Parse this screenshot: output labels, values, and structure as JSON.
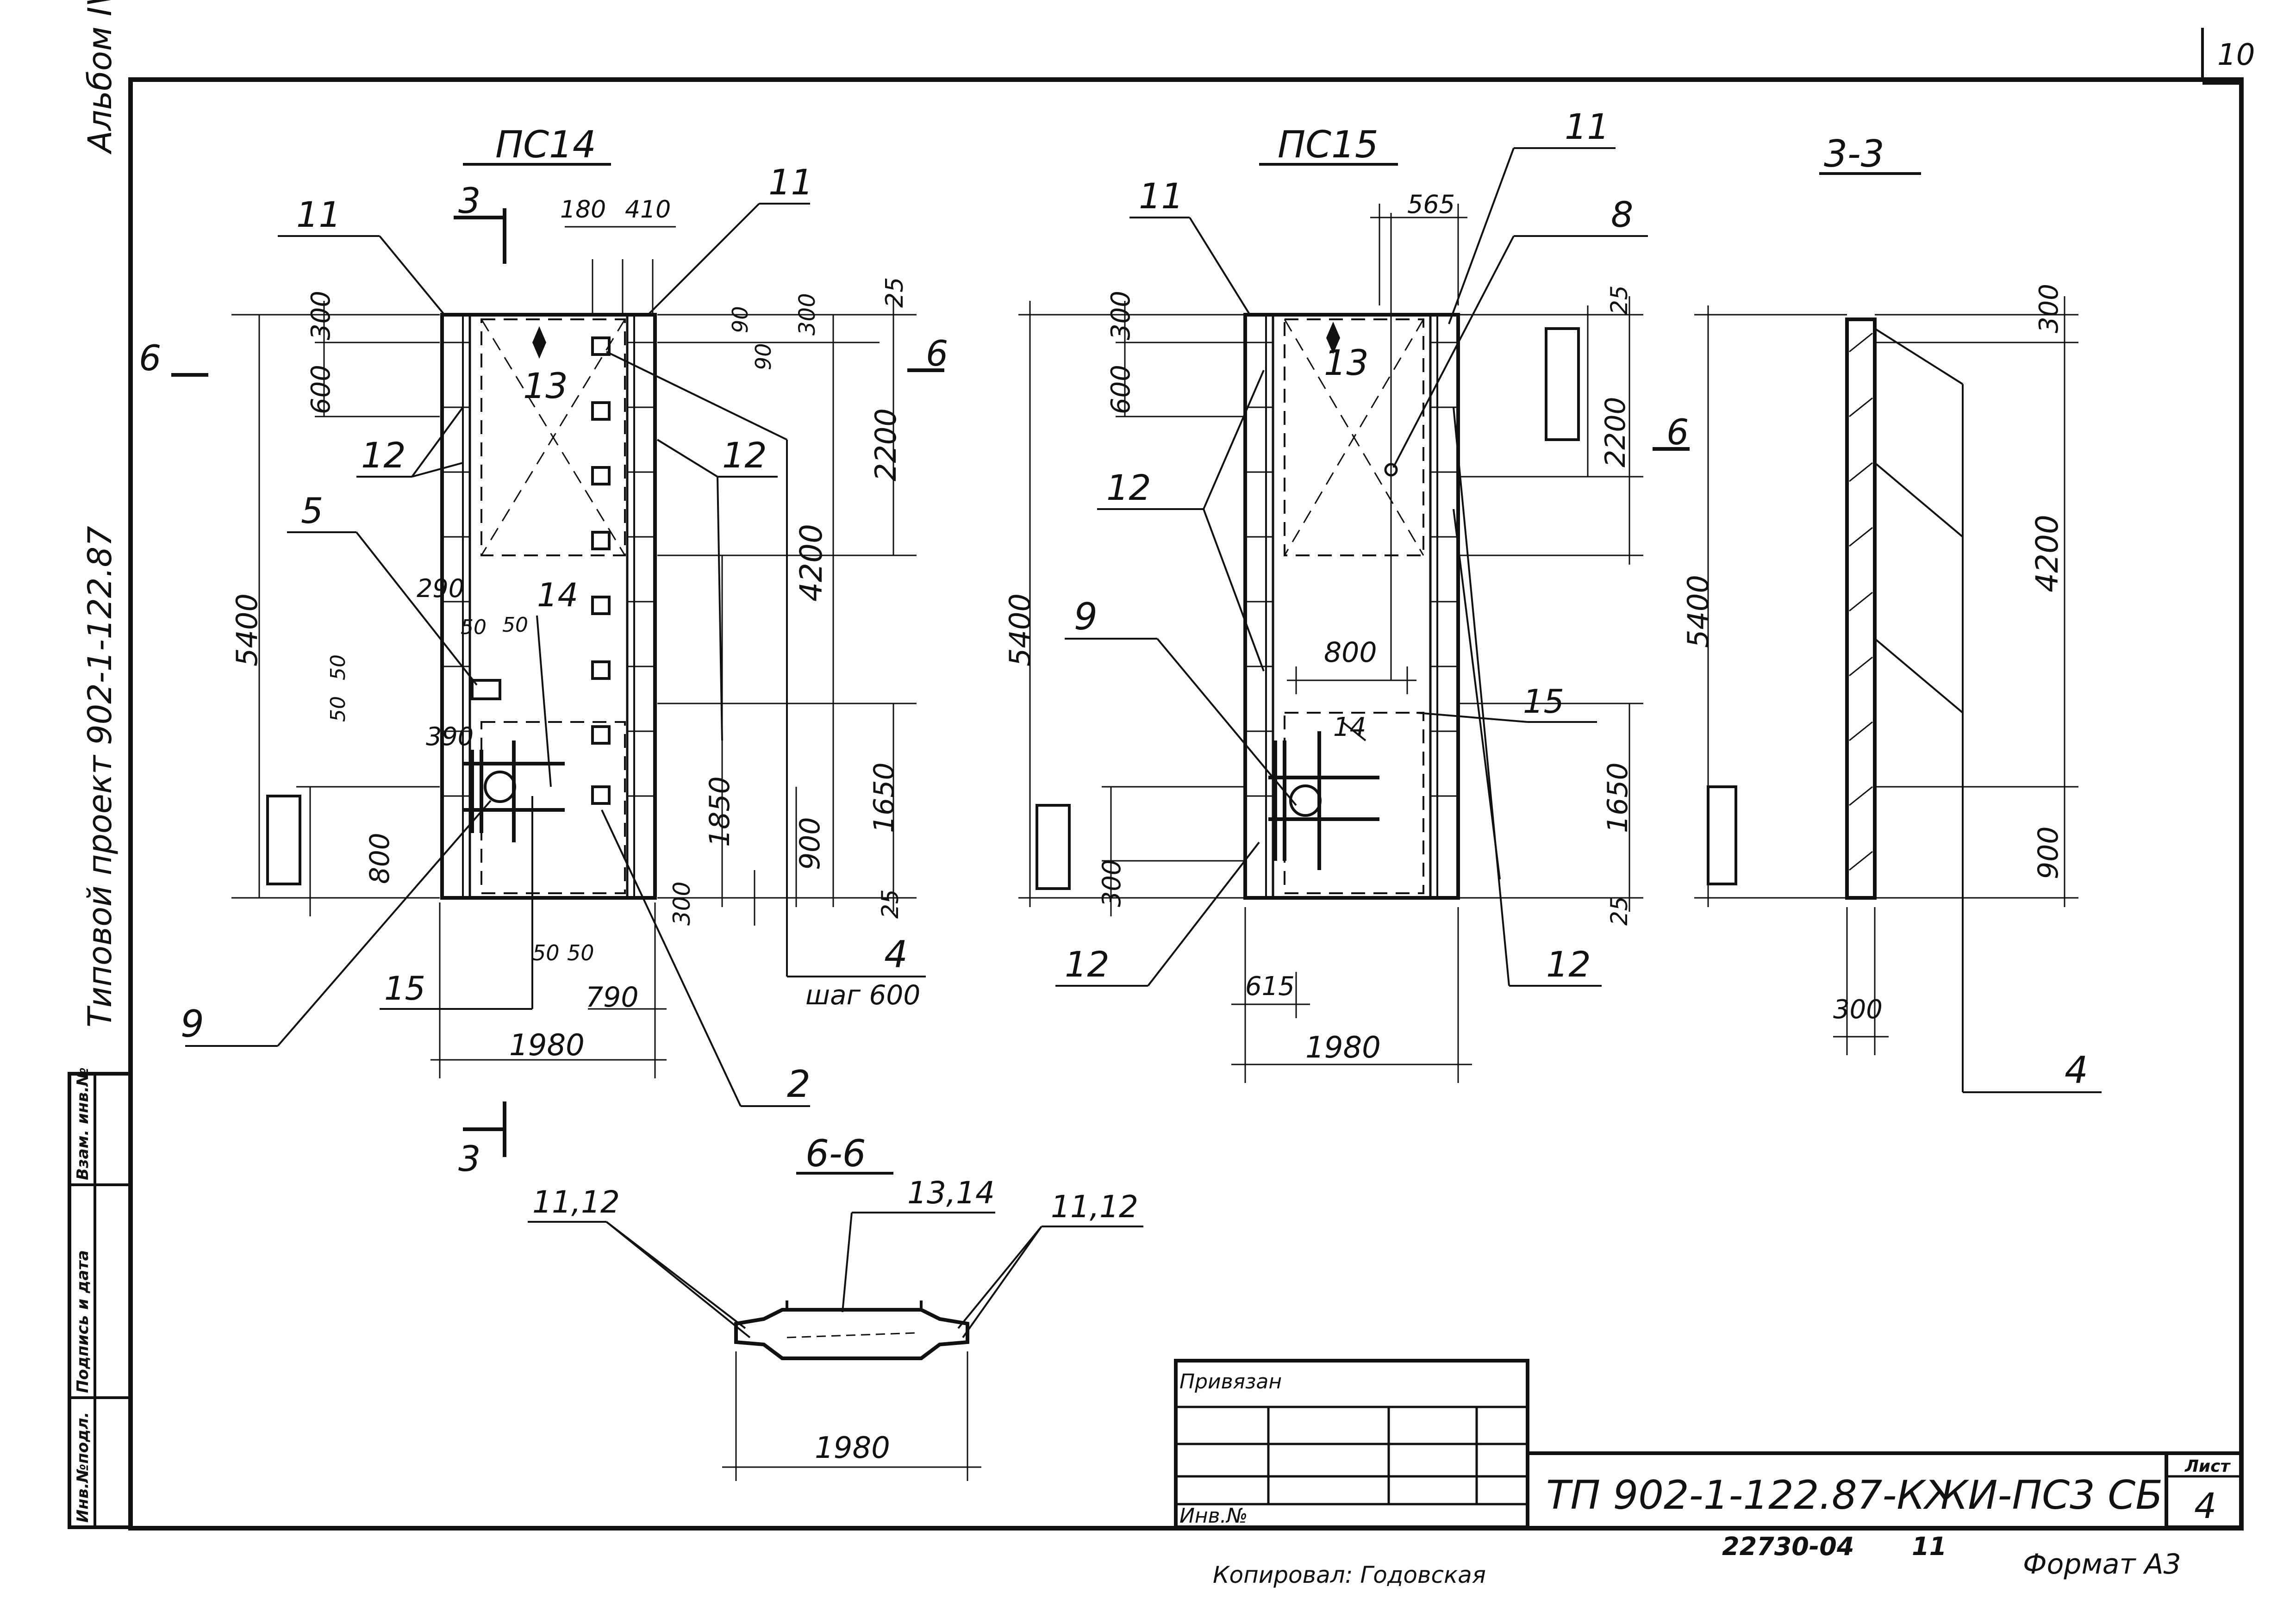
{
  "sheet_corner": {
    "number": "10"
  },
  "side_stamp": {
    "album": "Альбом IV",
    "project": "Типовой проект 902-1-122.87"
  },
  "left_table": {
    "c1": "Инв.№подл.",
    "c2": "Подпись и дата",
    "c3": "Взам. инв.№"
  },
  "views": {
    "pc14": {
      "title": "ПС14",
      "width": "1980"
    },
    "pc15": {
      "title": "ПС15",
      "width": "1980"
    },
    "s33": {
      "title": "3-3"
    },
    "s66": {
      "title": "6-6",
      "width": "1980"
    }
  },
  "section_marks": {
    "three": "3",
    "six": "6"
  },
  "dims": {
    "d5400": "5400",
    "d300": "300",
    "d600": "600",
    "d180": "180",
    "d410": "410",
    "d25": "25",
    "d90": "90",
    "d2200": "2200",
    "d4200": "4200",
    "d290": "290",
    "d50": "50",
    "d390": "390",
    "d800": "800",
    "d1850": "1850",
    "d900": "900",
    "d1650": "1650",
    "d790": "790",
    "d565": "565",
    "d615": "615",
    "step": "шаг 600"
  },
  "positions": {
    "p2": "2",
    "p4": "4",
    "p5": "5",
    "p8": "8",
    "p9": "9",
    "p11": "11",
    "p12": "12",
    "p13": "13",
    "p14": "14",
    "p15": "15",
    "p1112": "11,12",
    "p1314": "13,14"
  },
  "title_block": {
    "privyazan": "Привязан",
    "inv": "Инв.№",
    "code": "ТП 902-1-122.87-КЖИ-ПС3 СБ",
    "sheet_label": "Лист",
    "sheet_no": "4"
  },
  "footer": {
    "copied": "Копировал: Годовская",
    "order": "22730-04",
    "num": "11",
    "format": "Формат А3"
  }
}
